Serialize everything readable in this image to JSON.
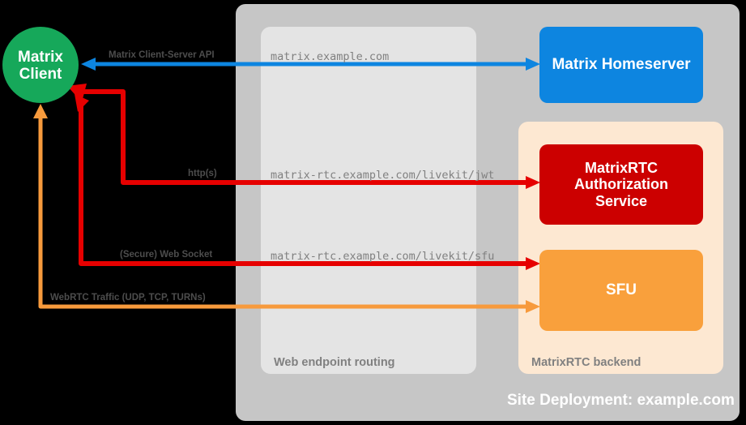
{
  "diagram": {
    "title": "Site Deployment: example.com",
    "zones": [
      {
        "id": "site",
        "label": "Site Deployment: example.com",
        "color": "#c6c6c6"
      },
      {
        "id": "web-endpoint-routing",
        "label": "Web endpoint routing",
        "color": "#e4e4e4"
      },
      {
        "id": "matrixrtc-backend",
        "label": "MatrixRTC backend",
        "color": "#fde8d2"
      }
    ],
    "nodes": [
      {
        "id": "matrix-client",
        "label": "Matrix\nClient",
        "line1": "Matrix",
        "line2": "Client",
        "shape": "circle",
        "color": "#16a85a",
        "text_color": "#ffffff"
      },
      {
        "id": "matrix-homeserver",
        "label": "Matrix Homeserver",
        "shape": "rounded-rect",
        "color": "#0d85e0",
        "text_color": "#ffffff"
      },
      {
        "id": "matrixrtc-authorization-service",
        "label": "MatrixRTC\nAuthorization\nService",
        "line1": "MatrixRTC",
        "line2": "Authorization",
        "line3": "Service",
        "shape": "rounded-rect",
        "color": "#cc0000",
        "text_color": "#ffffff"
      },
      {
        "id": "sfu",
        "label": "SFU",
        "shape": "rounded-rect",
        "color": "#f9a03c",
        "text_color": "#ffffff"
      }
    ],
    "edges": [
      {
        "id": "matrix-client-server-api",
        "label": "Matrix Client-Server API",
        "endpoint": "matrix.example.com",
        "color": "#0d85e0",
        "from": "matrix-client",
        "to": "matrix-homeserver",
        "direction": "bidirectional"
      },
      {
        "id": "http-s",
        "label": "http(s)",
        "endpoint": "matrix-rtc.example.com/livekit/jwt",
        "color": "#e60000",
        "from": "matrix-client",
        "to": "matrixrtc-authorization-service",
        "direction": "bidirectional"
      },
      {
        "id": "secure-web-socket",
        "label": "(Secure) Web Socket",
        "endpoint": "matrix-rtc.example.com/livekit/sfu",
        "color": "#e60000",
        "from": "matrix-client",
        "to": "sfu",
        "direction": "bidirectional"
      },
      {
        "id": "webrtc-traffic",
        "label": "WebRTC Traffic (UDP, TCP, TURNs)",
        "endpoint": "",
        "color": "#f79a3c",
        "from": "matrix-client",
        "to": "sfu",
        "direction": "bidirectional"
      }
    ]
  }
}
